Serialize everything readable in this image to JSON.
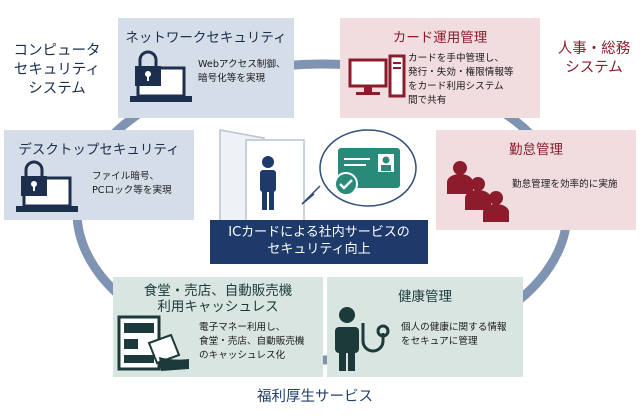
{
  "colors": {
    "ring": "#7f93b3",
    "blue_box": "#d5dde8",
    "red_box": "#f1dcdf",
    "green_box": "#d8e5e1",
    "navy": "#1e3a6b",
    "red_text": "#8c1c2c",
    "id_card_green": "#2a8a7a"
  },
  "groups": {
    "computer_security": "コンピュータ\nセキュリティ\nシステム",
    "hr_general": "人事・総務\nシステム",
    "welfare": "福利厚生サービス"
  },
  "boxes": {
    "network_security": {
      "title": "ネットワークセキュリティ",
      "desc": "Webアクセス制御、\n暗号化等を実現",
      "icon": "laptop-lock-icon"
    },
    "desktop_security": {
      "title": "デスクトップセキュリティ",
      "desc": "ファイル暗号、\nPCロック等を実現",
      "icon": "laptop-lock-icon"
    },
    "card_management": {
      "title": "カード運用管理",
      "desc": "カードを手中管理し、\n発行・失効・権限情報等\nをカード利用システム\n間で共有",
      "icon": "desktop-computer-icon"
    },
    "attendance": {
      "title": "勤怠管理",
      "desc": "勤怠管理を効率的に実施",
      "icon": "people-icon"
    },
    "cashless": {
      "title": "食堂・売店、自動販売機\n利用キャッシュレス",
      "desc": "電子マネー利用し、\n食堂・売店、自動販売機\nのキャッシュレス化",
      "icon": "card-payment-icon"
    },
    "health": {
      "title": "健康管理",
      "desc": "個人の健康に関する情報\nをセキュアに管理",
      "icon": "doctor-stethoscope-icon"
    }
  },
  "center": {
    "banner": "ICカードによる社内サービスの\nセキュリティ向上",
    "door_icon": "door-person-icon",
    "card_icon": "id-card-check-icon"
  }
}
